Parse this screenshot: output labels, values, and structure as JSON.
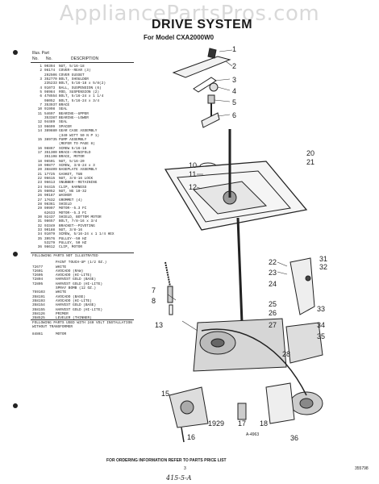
{
  "watermark": "AppliancePartsPros.com",
  "title": "DRIVE SYSTEM",
  "subtitle": "For Model CXA2000W0",
  "header": {
    "illus": "Illus. Part",
    "no": "No.",
    "no2": "No.",
    "description": "DESCRIPTION"
  },
  "parts": [
    {
      "n": "1",
      "p": "90394",
      "d": "NUT, 5/16-18"
    },
    {
      "n": "2",
      "p": "96174",
      "d": "COVER--REAR (3)"
    },
    {
      "n": "",
      "p": "292506",
      "d": "COVER GUSSET"
    },
    {
      "n": "3",
      "p": "352770",
      "d": "BOLT, SHOULDER"
    },
    {
      "n": "",
      "p": "235233",
      "d": "BOLT, 5/16-18 x 5/8(2)"
    },
    {
      "n": "4",
      "p": "91073",
      "d": "BALL, SUSPENSION (6)"
    },
    {
      "n": "5",
      "p": "98984",
      "d": "ROD, SUSPENSION (2)"
    },
    {
      "n": "6",
      "p": "478554",
      "d": "BOLT, 5/16-24 x 1 1/4"
    },
    {
      "n": "",
      "p": "98052",
      "d": "BOLT, 5/16-24 x 3/4"
    },
    {
      "n": "7",
      "p": "353937",
      "d": "BRACE"
    },
    {
      "n": "10",
      "p": "91998",
      "d": "SEAL"
    },
    {
      "n": "11",
      "p": "54697",
      "d": "BEARING--UPPER"
    },
    {
      "n": "",
      "p": "353387",
      "d": "BEARING--LOWER"
    },
    {
      "n": "12",
      "p": "94489",
      "d": "SEAL"
    },
    {
      "n": "13",
      "p": "96699",
      "d": "SPACER"
    },
    {
      "n": "14",
      "p": "389880",
      "d": "GEAR CASE ASSEMBLY"
    },
    {
      "n": "",
      "p": "",
      "d": "(340 WITT 50 N P 1)"
    },
    {
      "n": "15",
      "p": "389735",
      "d": "PUMP ASSEMBLY"
    },
    {
      "n": "",
      "p": "",
      "d": "(REFER TO PAGE 8)"
    },
    {
      "n": "16",
      "p": "98867",
      "d": "SCREW 5/16-18"
    },
    {
      "n": "17",
      "p": "351300",
      "d": "BRACE--MANIFOLD"
    },
    {
      "n": "",
      "p": "351198",
      "d": "BRACE, MOTOR"
    },
    {
      "n": "18",
      "p": "96501",
      "d": "NUT, 5/16-20"
    },
    {
      "n": "19",
      "p": "90877",
      "d": "SCREW, 3/8-24 x 3"
    },
    {
      "n": "20",
      "p": "368409",
      "d": "BASEPLATE ASSEMBLY"
    },
    {
      "n": "21",
      "p": "17725",
      "d": "GASKET, TUB"
    },
    {
      "n": "22",
      "p": "96615",
      "d": "NUT, 3/8-16 LOCK"
    },
    {
      "n": "23",
      "p": "96613",
      "d": "SNUBBER--RETAINING"
    },
    {
      "n": "24",
      "p": "94415",
      "d": "CLIP, HARNESS"
    },
    {
      "n": "25",
      "p": "98052",
      "d": "NUT, NG 10-32"
    },
    {
      "n": "26",
      "p": "90187",
      "d": "WASHER"
    },
    {
      "n": "27",
      "p": "17632",
      "d": "GROMMET (4)"
    },
    {
      "n": "28",
      "p": "98361",
      "d": "SHIELD"
    },
    {
      "n": "29",
      "p": "99997",
      "d": "MOTOR--5.3 FC"
    },
    {
      "n": "",
      "p": "62633",
      "d": "MOTOR--5.3 FC"
    },
    {
      "n": "30",
      "p": "92437",
      "d": "SHIELD, BOTTOM MOTOR"
    },
    {
      "n": "31",
      "p": "98657",
      "d": "BOLT, 7/8-16 x 3/4"
    },
    {
      "n": "32",
      "p": "93349",
      "d": "BRACKET--PIVOTING"
    },
    {
      "n": "33",
      "p": "90188",
      "d": "NUT, 3/8-16"
    },
    {
      "n": "34",
      "p": "91079",
      "d": "SCREW, 5/16-24 x 1 1/4 HEX"
    },
    {
      "n": "35",
      "p": "39576",
      "d": "PULLEY--50 HZ"
    },
    {
      "n": "",
      "p": "53279",
      "d": "PULLEY, 50 HZ"
    },
    {
      "n": "36",
      "p": "98612",
      "d": "CLIP, MOTOR"
    }
  ],
  "sections": [
    {
      "heading": "FOLLOWING PARTS NOT ILLUSTRATED",
      "rows": [
        {
          "p": "",
          "d": "PAINT TOUCH-UP (1/2 OZ.)"
        },
        {
          "p": "72677",
          "d": "WHITE"
        },
        {
          "p": "72601",
          "d": "AVOCADO (RAW)"
        },
        {
          "p": "72605",
          "d": "AVOCADO (HI-LITE)"
        },
        {
          "p": "72804",
          "d": "HARVEST GOLD (BASE)"
        },
        {
          "p": "72805",
          "d": "HARVEST GOLD (HI-LITE)"
        },
        {
          "p": "",
          "d": "SPRAY BOMB (12 OZ.)"
        },
        {
          "p": "759103",
          "d": "WHITE"
        },
        {
          "p": "358191",
          "d": "AVOCADO (BASE)"
        },
        {
          "p": "358193",
          "d": "AVOCADO (HI-LITE)"
        },
        {
          "p": "358154",
          "d": "HARVEST GOLD (BASE)"
        },
        {
          "p": "358155",
          "d": "HARVEST GOLD (HI-LITE)"
        },
        {
          "p": "358126",
          "d": "PRIMER"
        },
        {
          "p": "358525",
          "d": "LEVELER (THINNER)"
        }
      ]
    },
    {
      "heading": "FOLLOWING PARTS USED WITH 240 VOLT INSTALLATION WITHOUT TRANSFORMER",
      "rows": [
        {
          "p": "84861",
          "d": "MOTOR"
        }
      ]
    }
  ],
  "callouts": [
    "1",
    "2",
    "3",
    "4",
    "5",
    "6",
    "10",
    "11",
    "12",
    "20",
    "21",
    "22",
    "23",
    "24",
    "25",
    "26",
    "27",
    "28",
    "29",
    "31",
    "32",
    "33",
    "34",
    "35",
    "36",
    "7",
    "8",
    "13",
    "15",
    "16",
    "19",
    "17",
    "18"
  ],
  "figure_label": "A-4963",
  "footer": "FOR ORDERING INFORMATION REFER TO PARTS PRICE LIST",
  "page_number": "3",
  "doc_code": "355798",
  "handwritten": "415-5-A"
}
